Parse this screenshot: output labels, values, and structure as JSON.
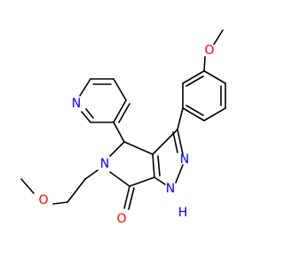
{
  "molecule": {
    "atom_labels": {
      "methoxy_o_top": "O",
      "pyridine_n": "N",
      "pyrazole_n2": "N",
      "pyrrolone_n5": "N",
      "chain_o": "O",
      "pyrazole_n1": "N",
      "h_on_n1": "H",
      "carbonyl_o": "O"
    },
    "colors": {
      "oxygen": "#ff0000",
      "nitrogen": "#0000ff",
      "hydrogen": "#0000ff",
      "bond": "#000000",
      "background": "#ffffff"
    }
  }
}
